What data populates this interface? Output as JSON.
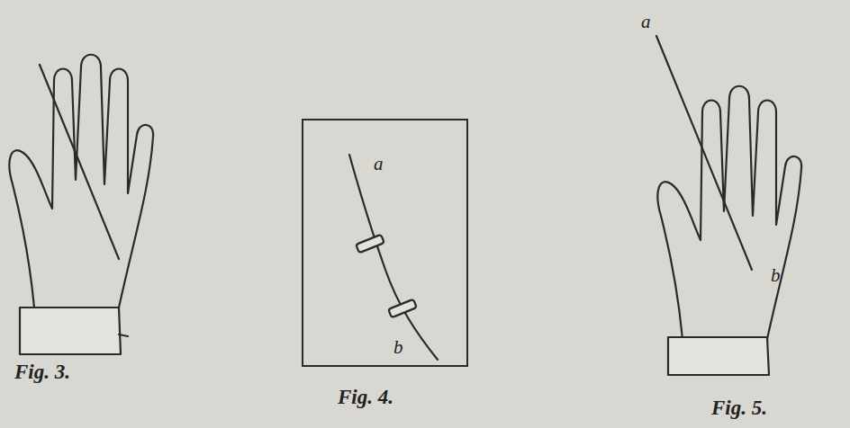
{
  "diagram": {
    "nodes": [
      {
        "text": [
          "a",
          "b"
        ]
      }
    ],
    "labels": [
      "Fig. 3.",
      "Fig. 4.",
      "a",
      "b",
      "Fig. 5."
    ]
  }
}
